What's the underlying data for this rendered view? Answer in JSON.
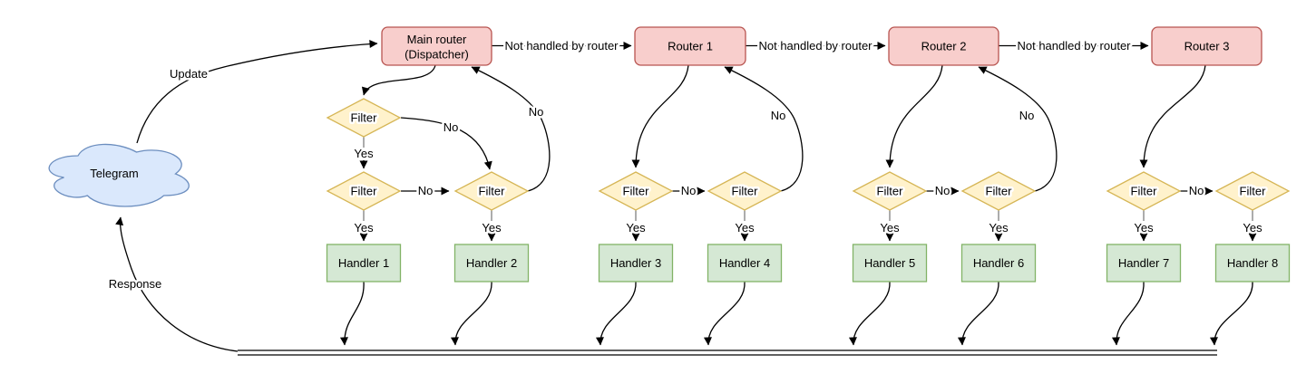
{
  "diagram": {
    "source": {
      "label": "Telegram"
    },
    "flow_labels": {
      "update": "Update",
      "response": "Response",
      "not_handled": "Not handled by router",
      "yes": "Yes",
      "no": "No",
      "filter": "Filter"
    },
    "routers": {
      "main": {
        "line1": "Main router",
        "line2": "(Dispatcher)"
      },
      "router1": {
        "label": "Router 1"
      },
      "router2": {
        "label": "Router 2"
      },
      "router3": {
        "label": "Router 3"
      }
    },
    "handlers": {
      "h1": "Handler 1",
      "h2": "Handler 2",
      "h3": "Handler 3",
      "h4": "Handler 4",
      "h5": "Handler 5",
      "h6": "Handler 6",
      "h7": "Handler 7",
      "h8": "Handler 8"
    },
    "colors": {
      "router_fill": "#f8cecc",
      "router_stroke": "#b85450",
      "filter_fill": "#fff2cc",
      "filter_stroke": "#d6b656",
      "handler_fill": "#d5e8d4",
      "handler_stroke": "#82b366",
      "cloud_fill": "#dae8fc",
      "cloud_stroke": "#6c8ebf",
      "edge": "#000000"
    }
  }
}
